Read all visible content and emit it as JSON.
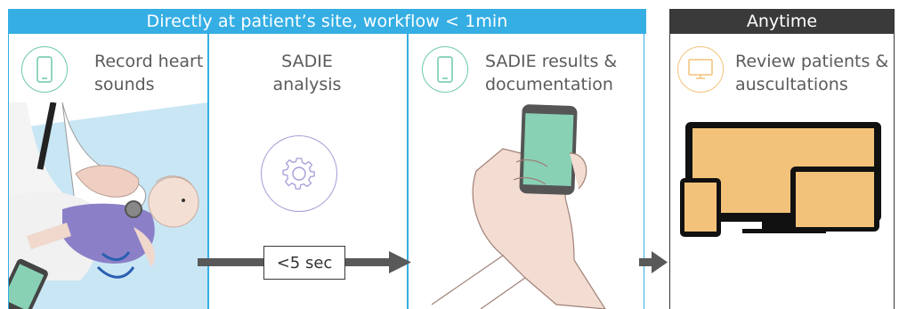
{
  "header": {
    "workflow": "Directly at patient’s site, workflow < 1min",
    "anytime": "Anytime"
  },
  "steps": [
    {
      "label_line1": "Record heart",
      "label_line2": "sounds",
      "icon": "smartphone-icon"
    },
    {
      "label_line1": "SADIE",
      "label_line2": "analysis",
      "icon": "gear-icon"
    },
    {
      "label_line1": "SADIE results &",
      "label_line2": "documentation",
      "icon": "smartphone-icon"
    },
    {
      "label_line1": "Review patients &",
      "label_line2": "auscultations",
      "icon": "monitor-icon"
    }
  ],
  "duration": "<5 sec",
  "colors": {
    "blue": "#35aee4",
    "dark": "#3a3a3a",
    "green_icon": "#6cc9a8",
    "purple_icon": "#a39bd6",
    "orange_icon": "#f3c27a",
    "screen_green": "#88d1b5",
    "screen_orange": "#f3c27a"
  }
}
